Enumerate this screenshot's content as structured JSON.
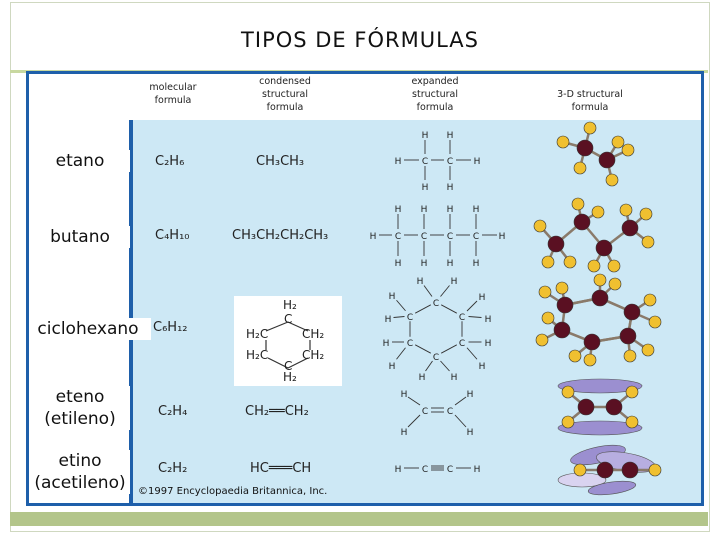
{
  "title": "TIPOS DE FÓRMULAS",
  "columns": {
    "molecular": "molecular\nformula",
    "condensed": "condensed\nstructural\nformula",
    "expanded": "expanded\nstructural\nformula",
    "structural3d": "3-D structural\nformula"
  },
  "rows": [
    {
      "name": "etano",
      "molecular": "C₂H₆",
      "condensed": "CH₃CH₃"
    },
    {
      "name": "butano",
      "molecular": "C₄H₁₀",
      "condensed": "CH₃CH₂CH₂CH₃"
    },
    {
      "name": "ciclohexano",
      "molecular": "C₆H₁₂"
    },
    {
      "name": "eteno\n(etileno)",
      "molecular": "C₂H₄",
      "condensed": "CH₂══CH₂"
    },
    {
      "name": "etino\n(acetileno)",
      "molecular": "C₂H₂",
      "condensed": "HC═══CH"
    }
  ],
  "cyclohexane_condensed": {
    "top": "H₂",
    "c": "C",
    "ch2": "CH₂",
    "h2c": "H₂C",
    "bottom": "H₂"
  },
  "atoms": {
    "carbon": "C",
    "hydrogen": "H"
  },
  "copyright": "©1997 Encyclopaedia Britannica, Inc.",
  "colors": {
    "panel_bg": "#cde8f5",
    "border": "#1e5faa",
    "carbon": "#5a1022",
    "hydrogen": "#f0c030",
    "pi_orbital": "#9b8fd0"
  }
}
